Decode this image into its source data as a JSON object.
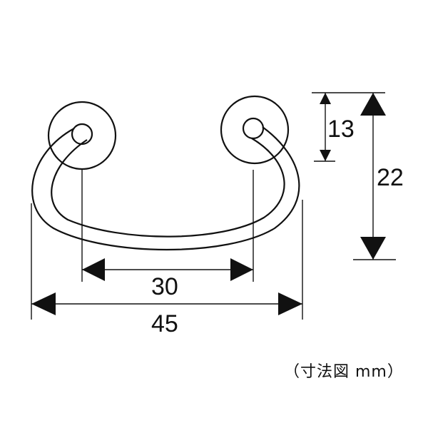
{
  "diagram": {
    "dimensions": {
      "inner_width": "30",
      "outer_width": "45",
      "screw_offset": "13",
      "height": "22"
    },
    "caption": "（寸法図 mm）"
  }
}
